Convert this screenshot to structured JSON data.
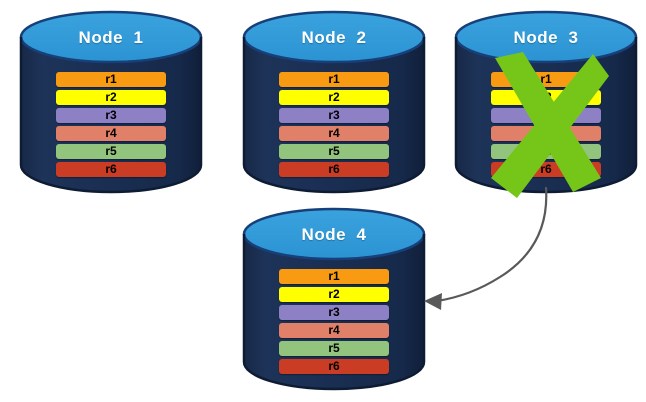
{
  "diagram": {
    "type": "distributed-database-node-failure-replication",
    "background_color": "#ffffff",
    "palette": {
      "cylinder_body": "#1a2e52",
      "cylinder_body_dark": "#101f3a",
      "cylinder_top": "#2f9ad8",
      "cylinder_top_edge": "#17407a",
      "cross_green": "#76c61a",
      "arrow_gray": "#595959",
      "row_text": "#000000",
      "title_text": "#ffffff"
    },
    "rows_legend": [
      {
        "id": "r1",
        "label": "r1",
        "color": "#f99b12"
      },
      {
        "id": "r2",
        "label": "r2",
        "color": "#ffff00"
      },
      {
        "id": "r3",
        "label": "r3",
        "color": "#8d80c4"
      },
      {
        "id": "r4",
        "label": "r4",
        "color": "#e18068"
      },
      {
        "id": "r5",
        "label": "r5",
        "color": "#92c47d"
      },
      {
        "id": "r6",
        "label": "r6",
        "color": "#cb3c24"
      }
    ],
    "nodes": [
      {
        "key": "node1",
        "title": "Node  1",
        "failed": false,
        "rows": [
          {
            "label": "r1",
            "color": "#f99b12"
          },
          {
            "label": "r2",
            "color": "#ffff00"
          },
          {
            "label": "r3",
            "color": "#8d80c4"
          },
          {
            "label": "r4",
            "color": "#e18068"
          },
          {
            "label": "r5",
            "color": "#92c47d"
          },
          {
            "label": "r6",
            "color": "#cb3c24"
          }
        ]
      },
      {
        "key": "node2",
        "title": "Node  2",
        "failed": false,
        "rows": [
          {
            "label": "r1",
            "color": "#f99b12"
          },
          {
            "label": "r2",
            "color": "#ffff00"
          },
          {
            "label": "r3",
            "color": "#8d80c4"
          },
          {
            "label": "r4",
            "color": "#e18068"
          },
          {
            "label": "r5",
            "color": "#92c47d"
          },
          {
            "label": "r6",
            "color": "#cb3c24"
          }
        ]
      },
      {
        "key": "node3",
        "title": "Node  3",
        "failed": true,
        "rows": [
          {
            "label": "r1",
            "color": "#f99b12"
          },
          {
            "label": "r2",
            "color": "#ffff00"
          },
          {
            "label": "r3",
            "color": "#8d80c4"
          },
          {
            "label": "r4",
            "color": "#e18068"
          },
          {
            "label": "r5",
            "color": "#92c47d"
          },
          {
            "label": "r6",
            "color": "#cb3c24"
          }
        ]
      },
      {
        "key": "node4",
        "title": "Node  4",
        "failed": false,
        "rows": [
          {
            "label": "r1",
            "color": "#f99b12"
          },
          {
            "label": "r2",
            "color": "#ffff00"
          },
          {
            "label": "r3",
            "color": "#8d80c4"
          },
          {
            "label": "r4",
            "color": "#e18068"
          },
          {
            "label": "r5",
            "color": "#92c47d"
          },
          {
            "label": "r6",
            "color": "#cb3c24"
          }
        ]
      }
    ],
    "connectors": [
      {
        "key": "node3-to-node4",
        "from": "node3",
        "to": "node4",
        "style": "curved-arrow",
        "color": "#595959",
        "label": ""
      }
    ]
  }
}
